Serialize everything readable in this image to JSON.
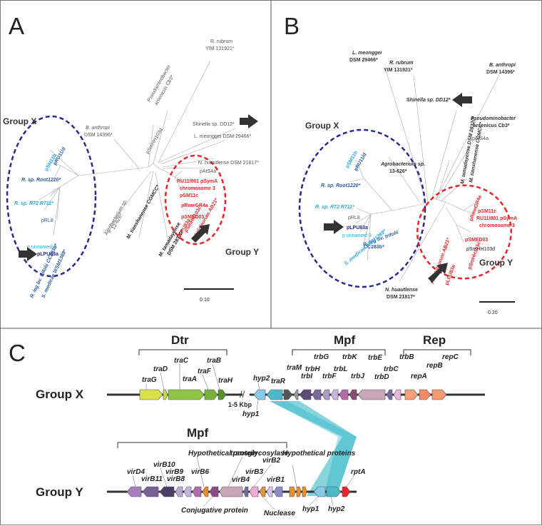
{
  "panels": {
    "A": "A",
    "B": "B",
    "C": "C"
  },
  "colors": {
    "groupX": "#2b2b8c",
    "groupY": "#e8242a",
    "cyan": "#27a9e1",
    "shade": "#1fb5c4"
  },
  "treeA": {
    "group_x": "Group X",
    "group_y": "Group Y",
    "scale": "0.10",
    "labels": {
      "rrubrum1": "R. rubrum",
      "rrubrum2": "YIM 131921*",
      "pseudo1": "Pseudaminobacter",
      "pseudo2": "arsenicus Cb3*",
      "shinella": "Shinella sp. DD12*",
      "lmeonggei": "L. meonggei DSM 29466*",
      "banthropi1": "B. anthropi",
      "banthropi2": "DSM 14396*",
      "nhuau": "N. huautlense DSM 21817*",
      "pats4a": "pAtS4a",
      "psmhh": "pSmHH103d",
      "psm11b": "pSM11b",
      "pru11d": "pRU11/d",
      "root1220": "R. sp. Root1220*",
      "r72": "R. sp. R72 R711*",
      "prl8": "pRL8",
      "punnamed": "p unnamed 3",
      "plpu83a": "pLPU83a",
      "rleg": "R. leg bv. trifolii CC283b*",
      "smed": "S. medicae WSM1369*",
      "agro1": "Agrobacterium sp.",
      "agro2": "13-626*",
      "mtian": "M. tianshanense CGMCC*",
      "mtam1": "M. tamadayense",
      "mtam2": "DSM 28320*",
      "ru11": "RU11/001 pSymA",
      "chr3": "chromosome 3",
      "psm11c": "pSM11c",
      "prmeg": "pRmeGR4a",
      "psmed": "pSMED03",
      "psmhh3c": "pSmHH103c",
      "plpu8": "pLPU83a",
      "phalo": "P. haloleorum AB21*"
    }
  },
  "treeB": {
    "group_x": "Group X",
    "group_y": "Group Y",
    "scale": "0.20",
    "labels": {
      "lmeonggei1": "L. meonggei",
      "lmeonggei2": "DSM 29466*",
      "rrubrum1": "R. rubrum",
      "rrubrum2": "YIM 131921*",
      "banthropi1": "B. anthropi",
      "banthropi2": "DSM 14396*",
      "shinella": "Shinella sp. DD12*",
      "pseudo1": "Pseudominobacter",
      "pseudo2": "arsenicus Cb3*",
      "mtam": "M. tamadayense DSM 28320*",
      "mtian": "M. tianshanense CGMCC*",
      "pats4a": "pAtS4a",
      "psm11b": "pSM11b",
      "pru11d": "pRU11/d",
      "root1220": "R. sp. Root1220*",
      "agro1": "Agrobacterium sp.",
      "agro2": "13-626*",
      "r72": "R. sp. R72 R711*",
      "prl8": "pRL8",
      "plpu83a": "pLPU83a",
      "punnamed": "p unnamed 3",
      "rleg": "R. leg bv. trifolii",
      "cc283": "CC283b*",
      "smed": "S. medicae WSM1369*",
      "prmeg": "pRmeGR4a",
      "psm11c": "pSM11c",
      "ru11": "RU11/001 pSymA",
      "chr3": "chromosome 3",
      "psmed": "pSMED03",
      "psmhh": "pSmHH103d",
      "psmhh3c": "pSmHH103c",
      "phalo": "P. haloleorum AB21*",
      "plpu8": "pLPU83a",
      "nhuau1": "N. huautlense",
      "nhuau2": "DSM 21817*"
    }
  },
  "geneX": {
    "row_label": "Group X",
    "dtr": "Dtr",
    "mpf": "Mpf",
    "rep": "Rep",
    "gap": "1-5 Kbp",
    "genes": {
      "traG": "traG",
      "traD": "traD",
      "traC": "traC",
      "traA": "traA",
      "traF": "traF",
      "traB": "traB",
      "traH": "traH",
      "hyp1": "hyp1",
      "hyp2": "hyp2",
      "traR": "traR",
      "traM": "traM",
      "trbI": "trbI",
      "trbG": "trbG",
      "trbH": "trbH",
      "trbF": "trbF",
      "trbL": "trbL",
      "trbK": "trbK",
      "trbJ": "trbJ",
      "trbE": "trbE",
      "trbD": "trbD",
      "trbC": "trbC",
      "trbB": "trbB",
      "repA": "repA",
      "repB": "repB",
      "repC": "repC"
    }
  },
  "geneY": {
    "row_label": "Group Y",
    "mpf": "Mpf",
    "genes": {
      "virD4": "virD4",
      "virB11": "virB11",
      "virB10": "virB10",
      "virB9": "virB9",
      "virB8": "virB8",
      "virB6": "virB6",
      "hypProt": "Hypothetical protein",
      "transgly": "transglycosylase",
      "conj": "Conjugative protein",
      "virB4": "virB4",
      "virB3": "virB3",
      "virB2": "virB2",
      "virB1": "virB1",
      "hypProts": "Hypothetical proteins",
      "nuclease": "Nuclease",
      "hyp1": "hyp1",
      "hyp2": "hyp2",
      "rptA": "rptA"
    }
  }
}
